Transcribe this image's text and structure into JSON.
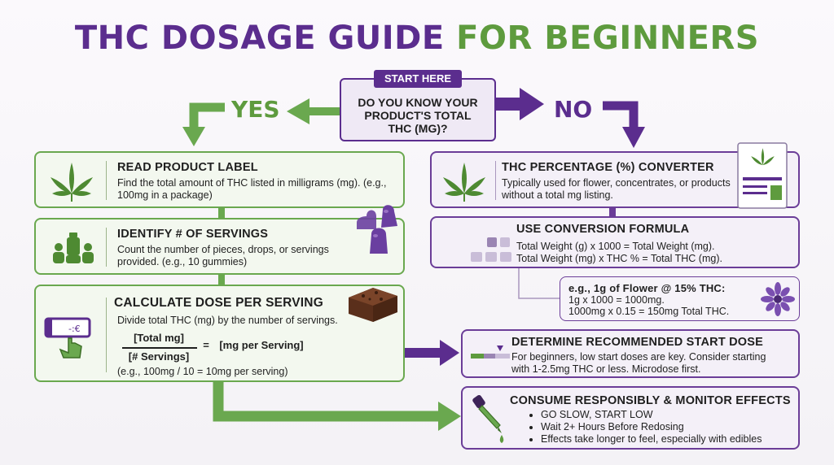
{
  "title": {
    "part1": "THC DOSAGE GUIDE",
    "part2": "FOR BEGINNERS"
  },
  "start": {
    "badge": "START HERE",
    "question": "DO YOU KNOW YOUR PRODUCT'S TOTAL THC (MG)?"
  },
  "branches": {
    "yes": "YES",
    "no": "NO"
  },
  "left": {
    "read_label": {
      "title": "READ PRODUCT LABEL",
      "text": "Find the total amount of THC listed in milligrams (mg). (e.g., 100mg in a package)"
    },
    "servings": {
      "title": "IDENTIFY # OF SERVINGS",
      "text": "Count the number of pieces, drops, or servings provided. (e.g., 10 gummies)"
    },
    "calculate": {
      "title": "CALCULATE DOSE PER SERVING",
      "text": "Divide total THC (mg) by the number of servings.",
      "numerator": "[Total mg]",
      "denominator": "[# Servings]",
      "equals": "=",
      "result": "[mg per Serving]",
      "example": "(e.g., 100mg / 10 = 10mg per serving)"
    }
  },
  "right": {
    "converter": {
      "title": "THC PERCENTAGE (%) CONVERTER",
      "text": "Typically used for flower, concentrates, or products without a total mg listing."
    },
    "formula": {
      "title": "USE CONVERSION FORMULA",
      "line1": "Total Weight (g) x 1000 = Total Weight (mg).",
      "line2": "Total Weight (mg) x THC % = Total THC (mg)."
    },
    "example": {
      "title": "e.g., 1g of Flower @ 15% THC:",
      "line1": "1g x 1000 = 1000mg.",
      "line2": "1000mg x 0.15 = 150mg Total THC."
    },
    "start_dose": {
      "title": "DETERMINE RECOMMENDED START DOSE",
      "text": "For beginners, low start doses are key. Consider starting with 1-2.5mg THC or less. Microdose first."
    },
    "consume": {
      "title": "CONSUME RESPONSIBLY & MONITOR EFFECTS",
      "bullets": [
        "GO SLOW, START LOW",
        "Wait 2+ Hours Before Redosing",
        "Effects take longer to feel, especially with edibles"
      ]
    }
  },
  "colors": {
    "purple": "#5b2d8e",
    "green": "#5e9b3e",
    "green_light": "#6aa84f",
    "brownie": "#6b3a22"
  },
  "icons": [
    "cannabis-leaf-icon",
    "bottle-users-icon",
    "calculator-hand-icon",
    "gummies-icon",
    "brownie-icon",
    "product-sheet-icon",
    "calculator-icon",
    "flower-icon",
    "dose-slider-icon",
    "dropper-icon"
  ]
}
